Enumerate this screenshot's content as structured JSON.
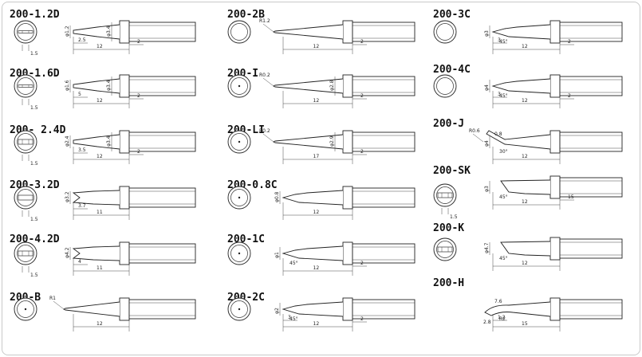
{
  "tips": [
    {
      "code": "200-1.2D",
      "front": "chisel",
      "tip": "chisel",
      "dims": {
        "dia": "φ1.2",
        "dia2": "φ3.4",
        "len1": "2.5",
        "len2": "12",
        "len3": "2",
        "face": "1.5"
      }
    },
    {
      "code": "200-1.6D",
      "front": "chisel",
      "tip": "chisel",
      "dims": {
        "dia": "φ1.6",
        "dia2": "φ3.4",
        "len1": "5",
        "len2": "12",
        "len3": "2",
        "face": "1.5"
      }
    },
    {
      "code": "200- 2.4D",
      "front": "chisel-bold",
      "tip": "chisel-wide",
      "dims": {
        "dia": "φ2.4",
        "dia2": "φ3.4",
        "len1": "3.5",
        "len2": "12",
        "len3": "2",
        "face": "1.5"
      }
    },
    {
      "code": "200-3.2D",
      "front": "chisel-wide",
      "tip": "screwdriver",
      "dims": {
        "dia": "φ3.2",
        "len1": "3.7",
        "len2": "11",
        "face": "1.5"
      }
    },
    {
      "code": "200-4.2D",
      "front": "chisel-bold",
      "tip": "screwdriver-wide",
      "dims": {
        "dia": "φ4.2",
        "len1": "4",
        "len2": "11",
        "face": "1.5"
      }
    },
    {
      "code": "200-B",
      "front": "dot",
      "tip": "conical",
      "dims": {
        "radius": "R1",
        "len2": "12"
      }
    },
    {
      "code": "200-2B",
      "front": "ring",
      "tip": "conical",
      "dims": {
        "radius": "R1.2",
        "len2": "12",
        "len3": "2"
      }
    },
    {
      "code": "200-I",
      "front": "dot-ring",
      "tip": "conical-fine",
      "dims": {
        "radius": "R0.2",
        "dia2": "φ2.8",
        "len2": "12",
        "len3": "2"
      }
    },
    {
      "code": "200-LI",
      "front": "dot-ring",
      "tip": "long-conical",
      "dims": {
        "radius": "R0.2",
        "dia2": "φ2.9",
        "len2": "17",
        "len3": "2"
      }
    },
    {
      "code": "200-0.8C",
      "front": "dot-ring",
      "tip": "bevel",
      "dims": {
        "dia": "φ0.8",
        "len2": "12"
      }
    },
    {
      "code": "200-1C",
      "front": "dot-ring",
      "tip": "bevel",
      "dims": {
        "dia": "φ1",
        "angle": "45°",
        "len2": "12",
        "len3": "2"
      }
    },
    {
      "code": "200-2C",
      "front": "dot-ring",
      "tip": "bevel",
      "dims": {
        "dia": "φ2",
        "angle": "45°",
        "len1": "3",
        "len2": "12",
        "len3": "2"
      }
    },
    {
      "code": "200-3C",
      "front": "ring",
      "tip": "bevel",
      "dims": {
        "dia": "φ3",
        "angle": "45°",
        "len1": "3",
        "len2": "12",
        "len3": "2"
      }
    },
    {
      "code": "200-4C",
      "front": "ring",
      "tip": "bevel",
      "dims": {
        "dia": "φ4",
        "angle": "45°",
        "len1": "3",
        "len2": "12",
        "len3": "2"
      }
    },
    {
      "code": "200-J",
      "front": "none",
      "tip": "bent",
      "dims": {
        "angle": "30°",
        "dia": "φ4",
        "radius": "R0.6",
        "d2": "0.8",
        "len2": "12"
      }
    },
    {
      "code": "200-SK",
      "front": "chisel-bold",
      "tip": "knife",
      "dims": {
        "dia": "φ3",
        "angle": "45°",
        "len2": "12",
        "len3": "15",
        "face": "1.5"
      }
    },
    {
      "code": "200-K",
      "front": "chisel-bold",
      "tip": "knife",
      "dims": {
        "dia": "φ4.7",
        "angle": "45°",
        "len2": "12"
      }
    },
    {
      "code": "200-H",
      "front": "none",
      "tip": "hoof",
      "dims": {
        "len1": "1.2",
        "len2": "15",
        "d1": "2.8",
        "d2": "7.6",
        "angle": "R2"
      }
    }
  ]
}
